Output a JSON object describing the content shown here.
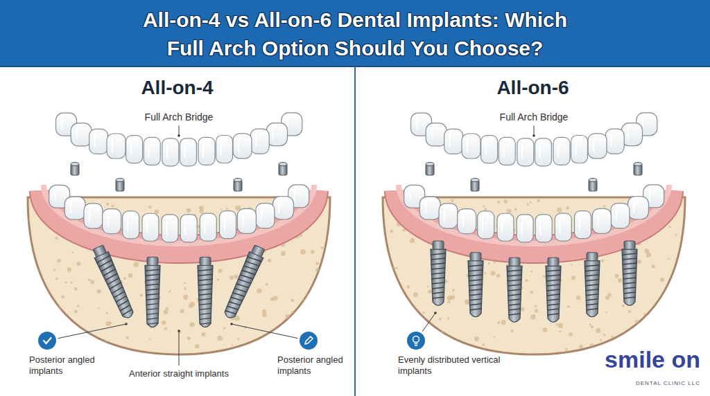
{
  "diagram": {
    "title": "All-on-4 vs All-on-6 Dental Implants: Which Full Arch Option Should You Choose?",
    "nodes": [
      {
        "text": [
          "All-on-4"
        ]
      },
      {
        "text": [
          "All-on-6"
        ]
      }
    ],
    "labels": [
      "Full Arch Bridge",
      "Posterior angled implants",
      "Anterior straight implants",
      "Posterior angled implants",
      "Full Arch Bridge",
      "Evenly distributed vertical implants",
      "smile on",
      "DENTAL CLINIC LLC"
    ]
  }
}
